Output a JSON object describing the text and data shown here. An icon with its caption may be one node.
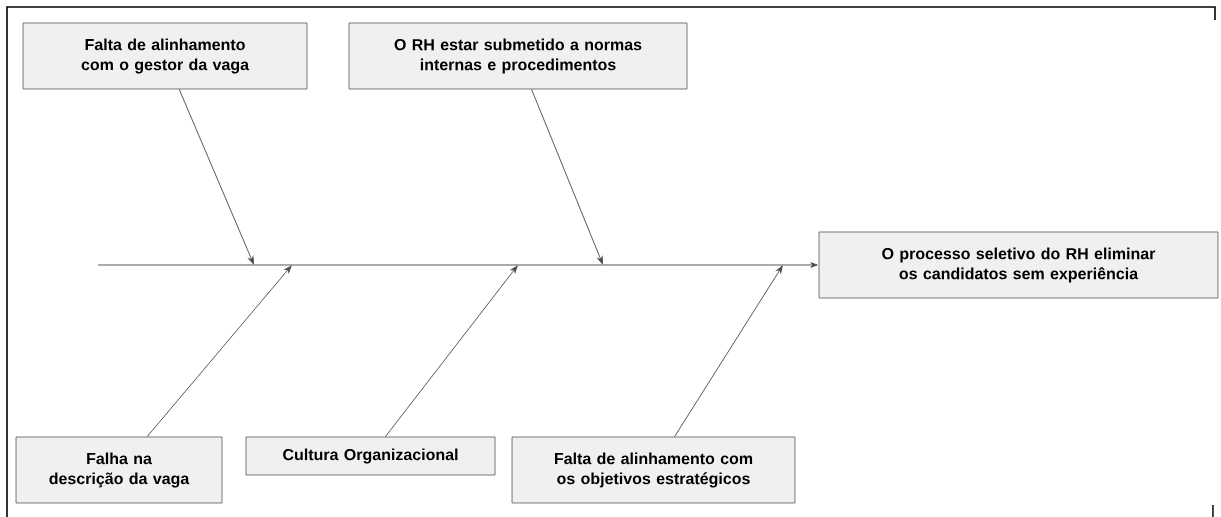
{
  "diagram": {
    "nodes": [
      {
        "text": [
          "Falta de alinhamento com o gestor da vaga"
        ]
      },
      {
        "text": [
          "O RH estar submetido a normas internas e procedimentos"
        ]
      },
      {
        "text": [
          "O processo seletivo do RH eliminar os candidatos sem experiência"
        ]
      },
      {
        "text": [
          "Falha na descrição da vaga"
        ]
      },
      {
        "text": [
          "Cultura Organizacional"
        ]
      },
      {
        "text": [
          "Falta de alinhamento com os objetivos estratégicos"
        ]
      }
    ],
    "edges": [
      {
        "from": null,
        "to": 2,
        "arrow": "to"
      },
      {
        "from": 0,
        "to": null,
        "arrow": "to"
      },
      {
        "from": 1,
        "to": null,
        "arrow": "to"
      },
      {
        "from": 3,
        "to": null,
        "arrow": "to"
      },
      {
        "from": 4,
        "to": null,
        "arrow": "to"
      },
      {
        "from": 5,
        "to": null,
        "arrow": "to"
      }
    ]
  }
}
